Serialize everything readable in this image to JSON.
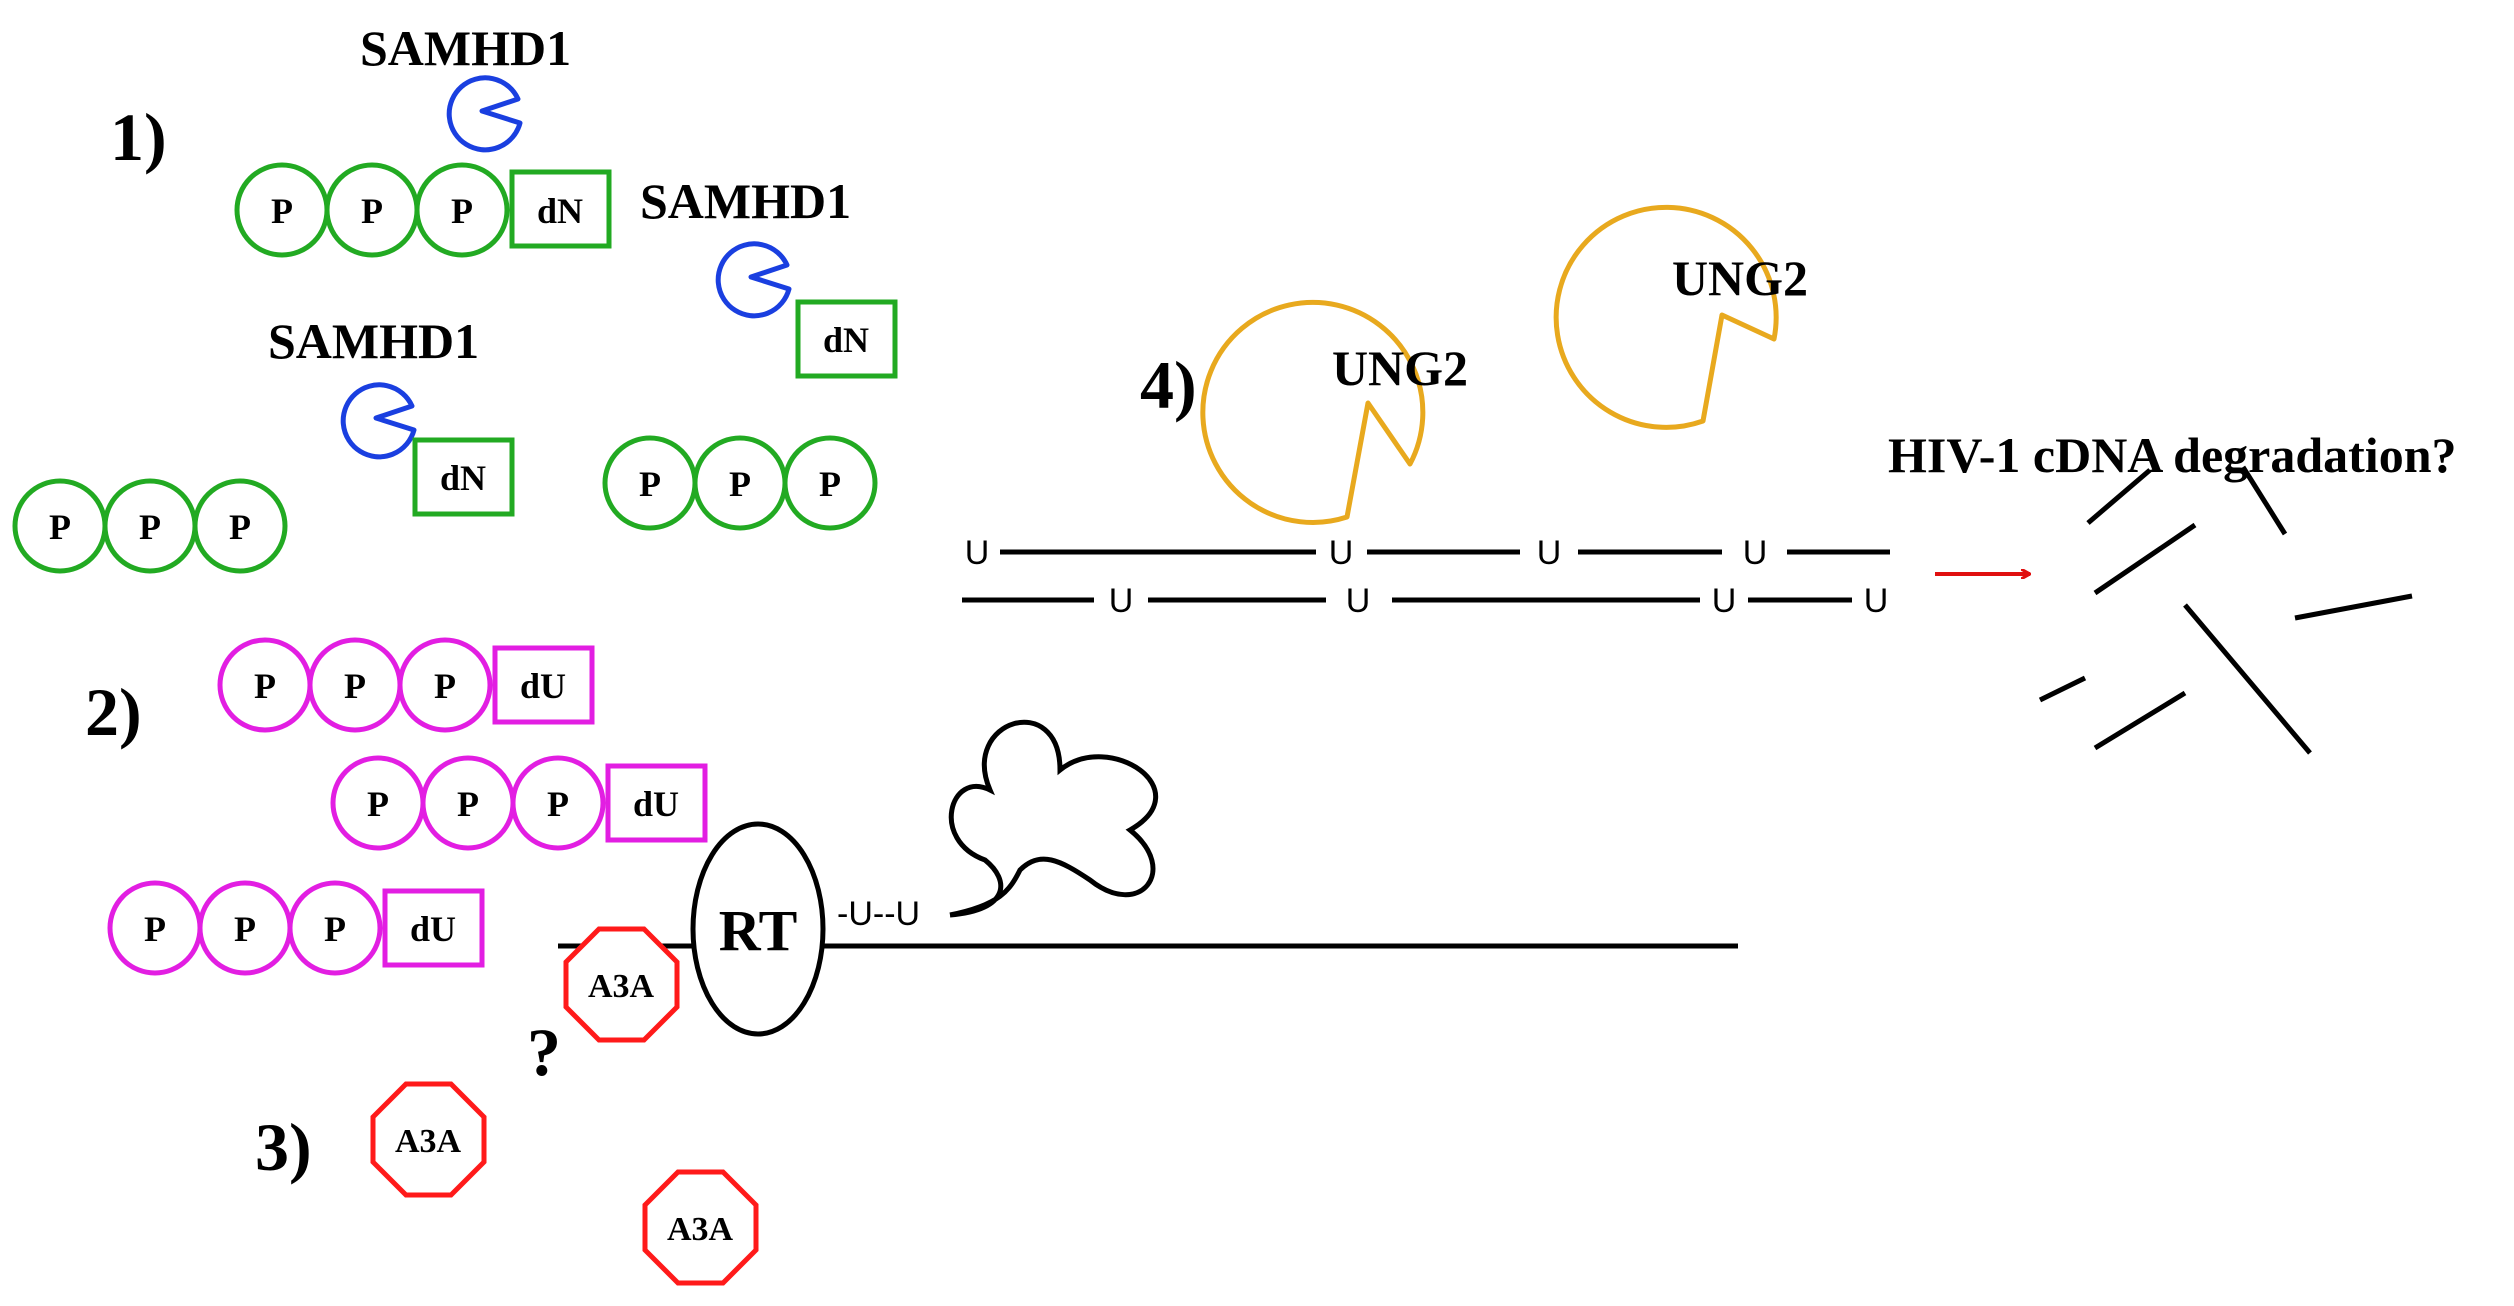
{
  "steps": [
    "1)",
    "2)",
    "3)",
    "4)"
  ],
  "labels": {
    "samhd1": "SAMHD1",
    "phosphate": "P",
    "dn": "dN",
    "du": "dU",
    "a3a": "A3A",
    "rt": "RT",
    "ung2": "UNG2",
    "question": "?",
    "degradation": "HIV-1 cDNA degradation?",
    "uracil": "U",
    "rt_product": "-U--U"
  },
  "colors": {
    "samhd1": "#1a3fe0",
    "dntp": "#22aa22",
    "dutp": "#e21ee2",
    "a3a": "#ff1a1a",
    "ung2": "#e8a91e",
    "arrow": "#e01010",
    "dna": "#000000"
  }
}
